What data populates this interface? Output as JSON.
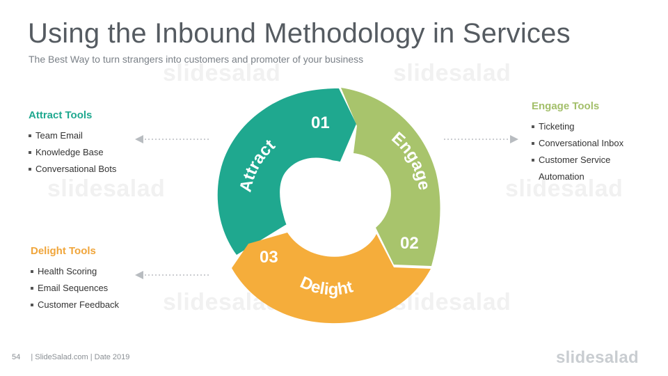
{
  "title": "Using the Inbound Methodology in Services",
  "subtitle": "The Best Way to turn strangers into customers and promoter of your business",
  "watermark_text": "slidesalad",
  "cycle": {
    "colors": {
      "attract": "#1fa88f",
      "engage": "#a8c46c",
      "delight": "#f5ad3b"
    },
    "segments": [
      {
        "label": "Attract",
        "number": "01"
      },
      {
        "label": "Engage",
        "number": "02"
      },
      {
        "label": "Delight",
        "number": "03"
      }
    ]
  },
  "attract_tools": {
    "heading": "Attract Tools",
    "items": [
      "Team Email",
      "Knowledge Base",
      "Conversational Bots"
    ]
  },
  "engage_tools": {
    "heading": "Engage Tools",
    "items": [
      "Ticketing",
      "Conversational Inbox",
      "Customer Service",
      "Automation"
    ]
  },
  "delight_tools": {
    "heading": "Delight Tools",
    "items": [
      "Health Scoring",
      "Email Sequences",
      "Customer Feedback"
    ]
  },
  "footer": {
    "page_number": "54",
    "text": "| SlideSalad.com | Date 2019"
  },
  "brand": "slidesalad"
}
